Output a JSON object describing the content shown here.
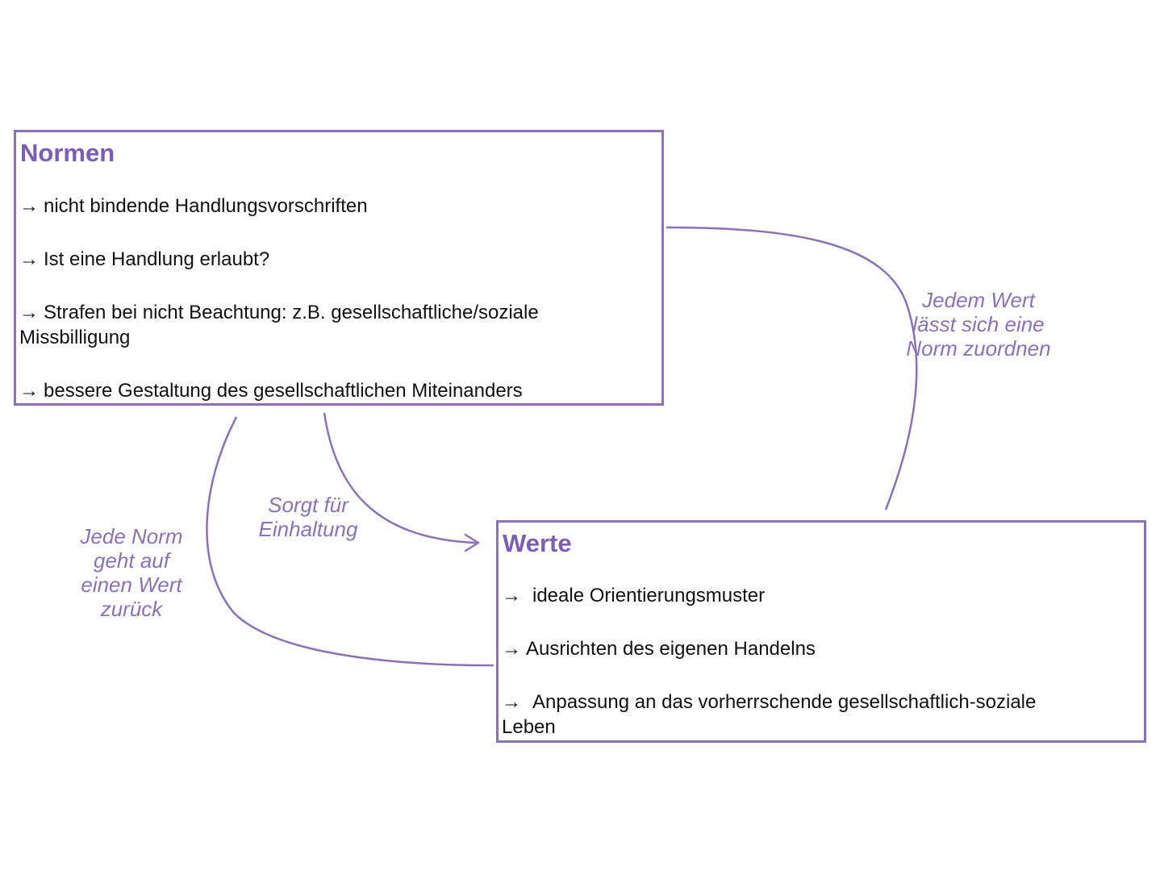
{
  "accent_color": "#8a72b5",
  "title_color": "#7a5db5",
  "normen": {
    "title": "Normen",
    "items": [
      "nicht bindende Handlungsvorschriften",
      "Ist eine Handlung erlaubt?",
      "Strafen bei nicht Beachtung: z.B. gesellschaftliche/soziale",
      "Missbilligung",
      "bessere Gestaltung des gesellschaftlichen Miteinanders"
    ]
  },
  "werte": {
    "title": "Werte",
    "items": [
      "ideale Orientierungsmuster",
      "Ausrichten des eigenen Handelns",
      "Anpassung an das vorherrschende gesellschaftlich-soziale",
      "Leben"
    ]
  },
  "arrow_glyph": "→",
  "connectors": {
    "right": [
      "Jedem Wert",
      "lässt sich eine",
      "Norm zuordnen"
    ],
    "middle": [
      "Sorgt für",
      "Einhaltung"
    ],
    "left": [
      "Jede Norm",
      "geht auf",
      "einen Wert",
      "zurück"
    ]
  }
}
